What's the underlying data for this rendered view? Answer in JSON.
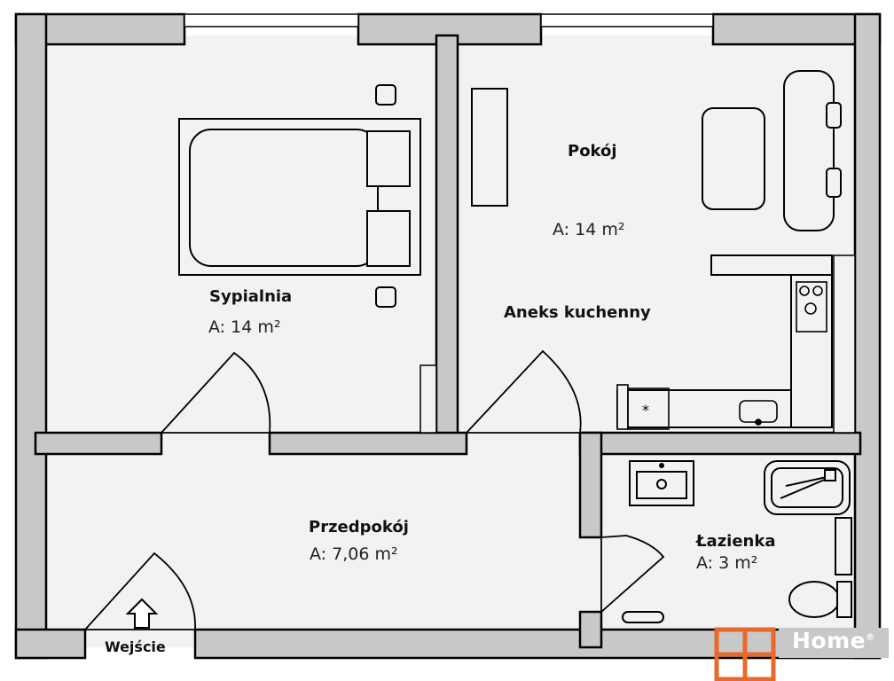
{
  "rooms": {
    "bedroom": {
      "name": "Sypialnia",
      "area": "A: 14 m²"
    },
    "living": {
      "name": "Pokój",
      "area": "A: 14 m²"
    },
    "kitchen": {
      "name": "Aneks kuchenny"
    },
    "hall": {
      "name": "Przedpokój",
      "area": "A: 7,06 m²"
    },
    "bathroom": {
      "name": "Łazienka",
      "area": "A: 3 m²"
    }
  },
  "entrance": {
    "label": "Wejście"
  },
  "brand": {
    "name": "Home",
    "mark": "®",
    "accent_color": "#e8692c"
  },
  "colors": {
    "wall": "#c8c8c8",
    "floor": "#f2f2f2",
    "outline": "#000000"
  },
  "icons": [
    "entry-arrow-icon",
    "brand-logo-icon",
    "stove-icon",
    "sink-icon",
    "fridge-icon"
  ]
}
